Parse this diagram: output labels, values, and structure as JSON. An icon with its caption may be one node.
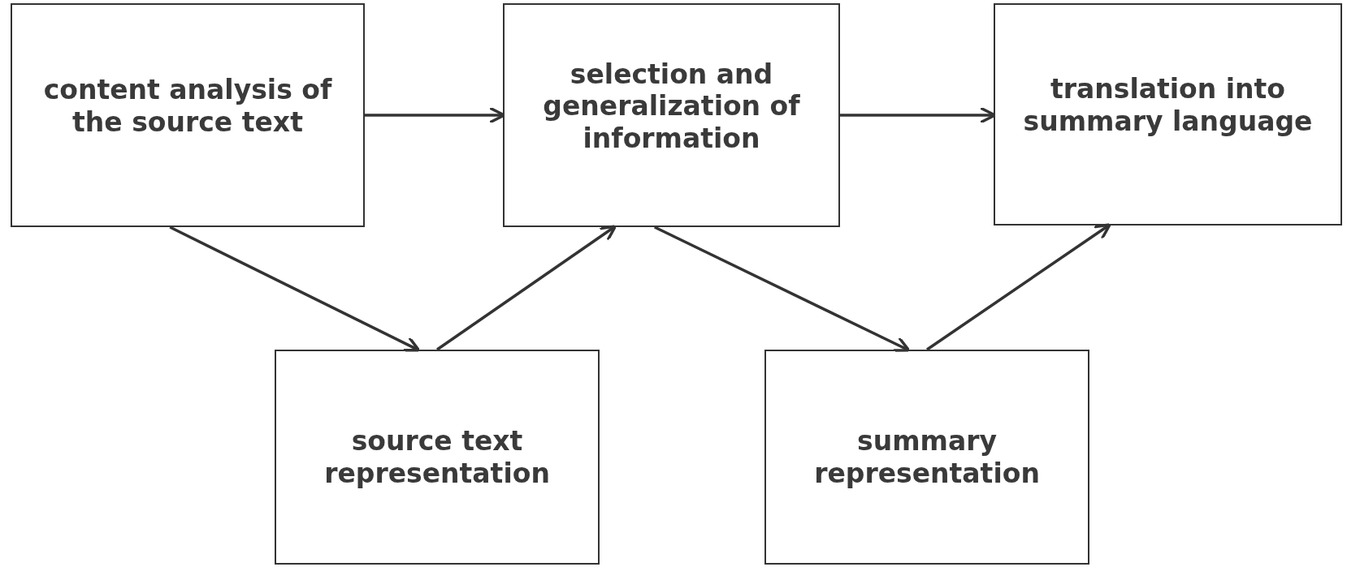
{
  "diagram": {
    "nodes": [
      {
        "text": [
          "content analysis of the source text"
        ]
      },
      {
        "text": [
          "selection and generalization of information"
        ]
      },
      {
        "text": [
          "translation into summary language"
        ]
      },
      {
        "text": [
          "source text representation"
        ]
      },
      {
        "text": [
          "summary representation"
        ]
      }
    ],
    "edges": [
      {
        "from": 0,
        "to": 1,
        "arrow": "to"
      },
      {
        "from": 1,
        "to": 2,
        "arrow": "to"
      },
      {
        "from": 0,
        "to": 3,
        "arrow": "to"
      },
      {
        "from": 3,
        "to": 1,
        "arrow": "to"
      },
      {
        "from": 1,
        "to": 4,
        "arrow": "to"
      },
      {
        "from": 4,
        "to": 2,
        "arrow": "to"
      }
    ]
  }
}
